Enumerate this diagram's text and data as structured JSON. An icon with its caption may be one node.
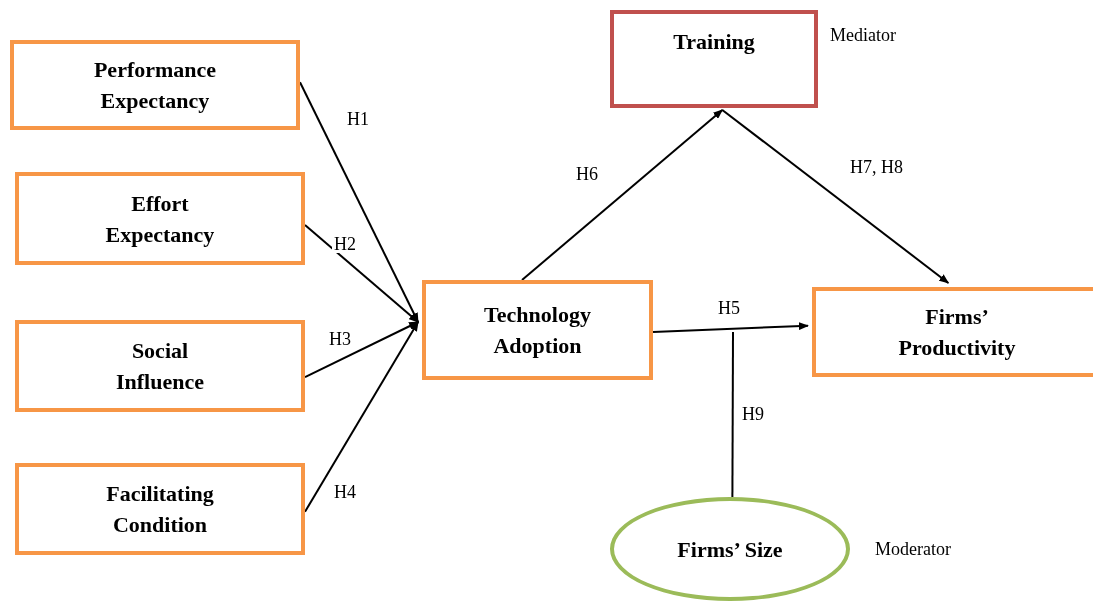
{
  "diagram": {
    "nodes": [
      {
        "text": [
          "Performance Expectancy"
        ]
      },
      {
        "text": [
          "Effort Expectancy"
        ]
      },
      {
        "text": [
          "Social Influence"
        ]
      },
      {
        "text": [
          "Facilitating Condition"
        ]
      },
      {
        "text": [
          "Technology Adoption"
        ]
      },
      {
        "text": [
          "Training"
        ],
        "beside": [
          "Mediator"
        ]
      },
      {
        "text": [
          "Firms’ Productivity"
        ]
      },
      {
        "text": [
          "Firms’ Size"
        ],
        "beside": [
          "Moderator"
        ]
      }
    ],
    "edges": [
      {
        "from": 0,
        "to": 4,
        "arrow": "to",
        "label": "H1"
      },
      {
        "from": 1,
        "to": 4,
        "arrow": "to",
        "label": "H2"
      },
      {
        "from": 2,
        "to": 4,
        "arrow": "to",
        "label": "H3"
      },
      {
        "from": 3,
        "to": 4,
        "arrow": "to",
        "label": "H4"
      },
      {
        "from": 4,
        "to": 6,
        "arrow": "to",
        "label": "H5"
      },
      {
        "from": 4,
        "to": 5,
        "arrow": "to",
        "label": "H6"
      },
      {
        "from": 5,
        "to": 6,
        "arrow": "to",
        "label": "H7, H8"
      },
      {
        "from": 7,
        "to": null,
        "arrow": "none",
        "label": "H9"
      }
    ]
  }
}
